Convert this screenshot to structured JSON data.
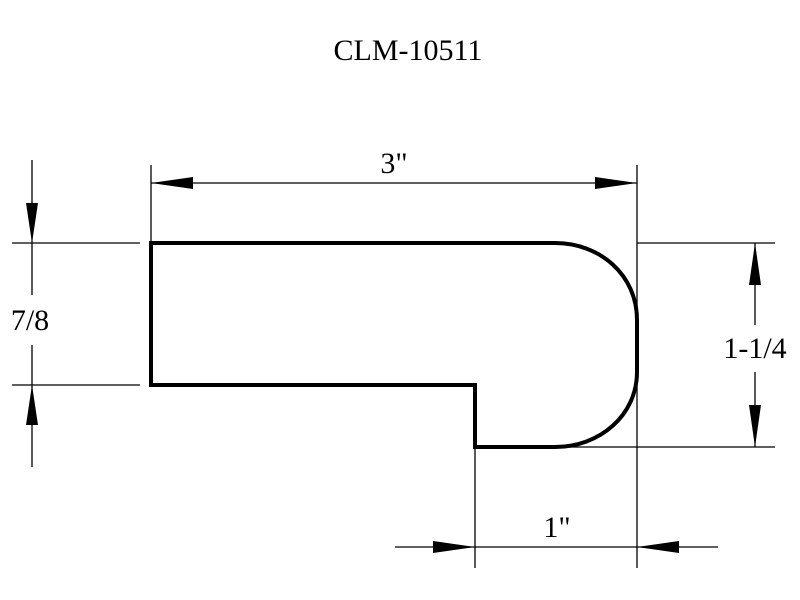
{
  "title": "CLM-10511",
  "dimensions": {
    "width": "3\"",
    "height_left": "7/8",
    "height_right": "1-1/4",
    "bottom_width": "1\""
  },
  "colors": {
    "line": "#000000",
    "background": "#ffffff"
  }
}
